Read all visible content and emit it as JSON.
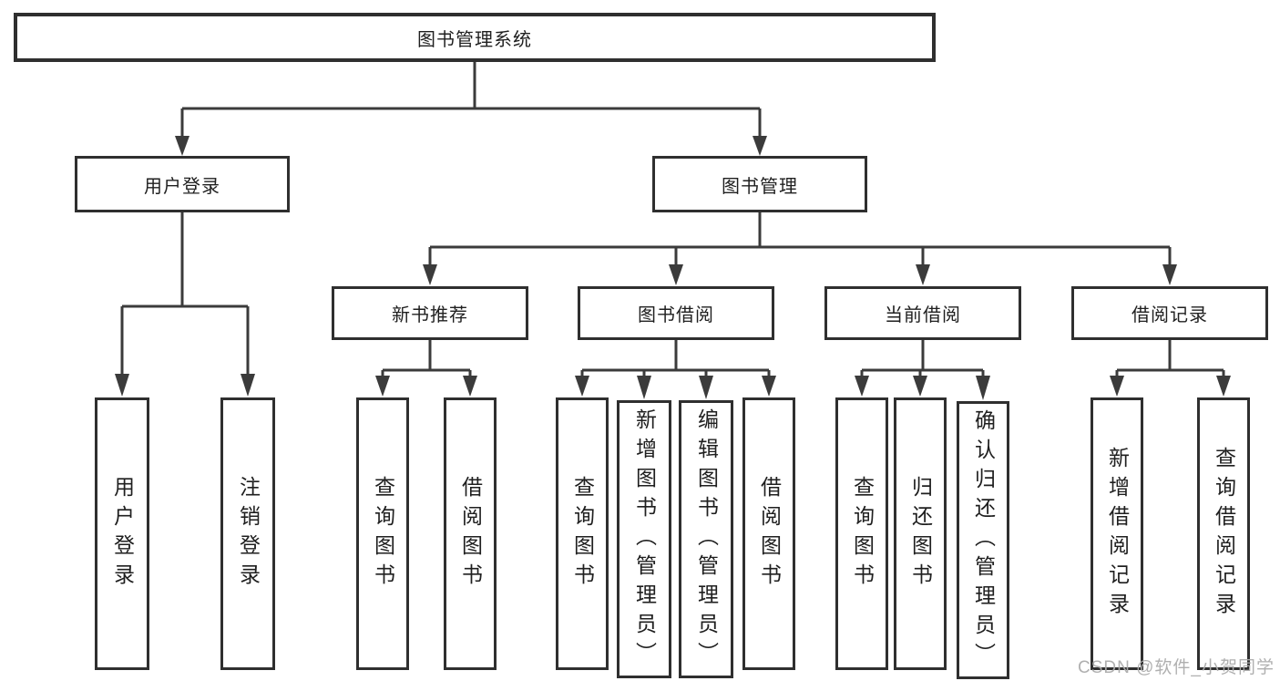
{
  "root": {
    "label": "图书管理系统"
  },
  "level2": [
    {
      "label": "用户登录"
    },
    {
      "label": "图书管理"
    }
  ],
  "level3": [
    {
      "label": "新书推荐"
    },
    {
      "label": "图书借阅"
    },
    {
      "label": "当前借阅"
    },
    {
      "label": "借阅记录"
    }
  ],
  "leaves": {
    "user_login": [
      "用户登录",
      "注销登录"
    ],
    "new_book_recommend": [
      "查询图书",
      "借阅图书"
    ],
    "book_borrow": [
      "查询图书",
      "新增图书（管理员）",
      "编辑图书（管理员）",
      "借阅图书"
    ],
    "current_borrow": [
      "查询图书",
      "归还图书",
      "确认归还（管理员）"
    ],
    "borrow_records": [
      "新增借阅记录",
      "查询借阅记录"
    ]
  },
  "watermark": {
    "text": "CSDN @软件_小贺同学"
  },
  "colors": {
    "line": "#3b3b3b",
    "border": "#2f2f2f",
    "text": "#1f1f1f",
    "watermark": "#acacac",
    "background": "#ffffff"
  }
}
